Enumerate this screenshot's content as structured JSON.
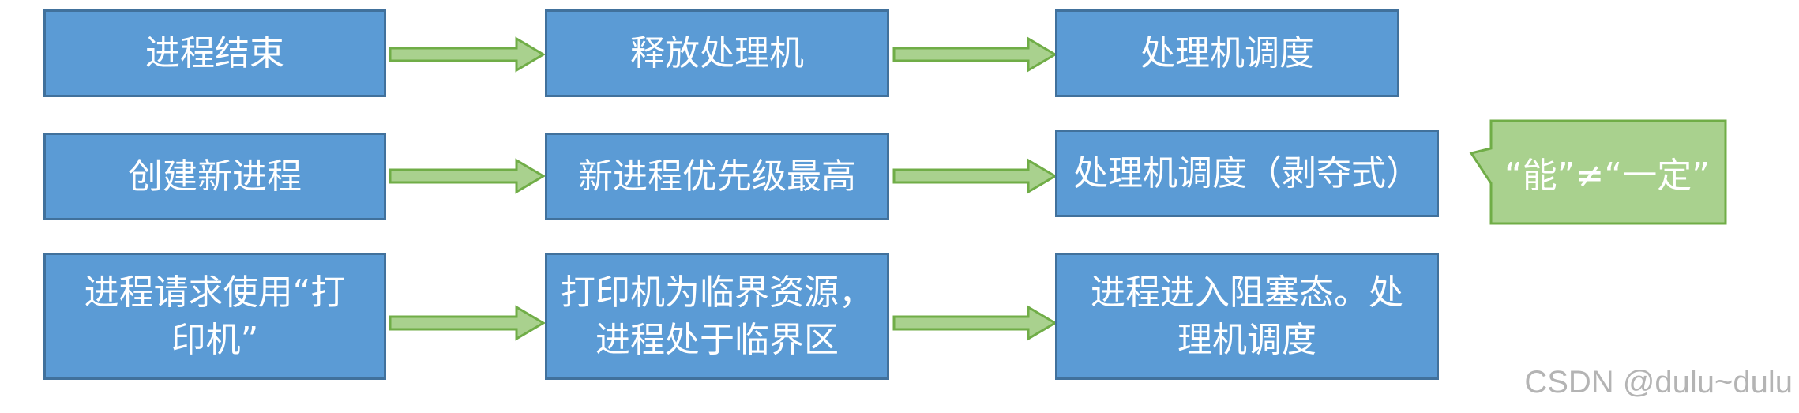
{
  "rows": [
    {
      "cause": "进程结束",
      "middle": "释放处理机",
      "result": "处理机调度"
    },
    {
      "cause": "创建新进程",
      "middle": "新进程优先级最高",
      "result": "处理机调度（剥夺式）"
    },
    {
      "cause": "进程请求使用“打\n印机”",
      "middle": "打印机为临界资源，\n进程处于临界区",
      "result": "进程进入阻塞态。处\n理机调度"
    }
  ],
  "callout": "“能”≠“一定”",
  "watermark": "CSDN @dulu~dulu",
  "colors": {
    "box_fill": "#5b9bd5",
    "box_border": "#41719c",
    "arrow_fill": "#a9d18e",
    "arrow_border": "#70ad47",
    "callout_fill": "#a9d18e",
    "callout_border": "#70ad47"
  }
}
